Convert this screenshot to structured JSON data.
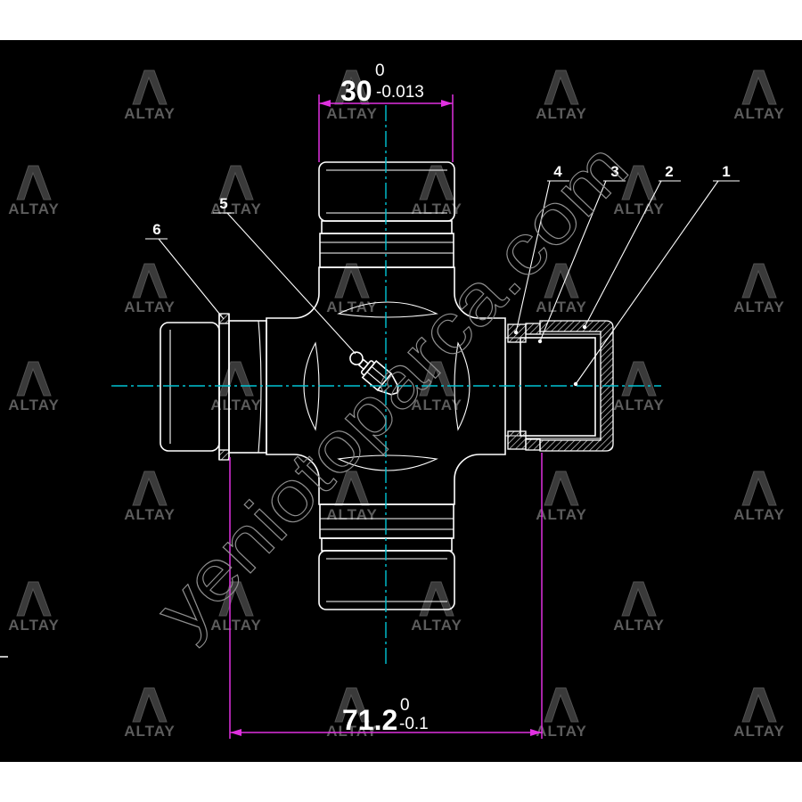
{
  "colors": {
    "background": "#000000",
    "linework": "#ffffff",
    "centerline": "#00c4d4",
    "dimension": "#e030e0",
    "watermark_text": "#5c5c5c",
    "site_watermark": "#8e8e8e"
  },
  "watermark": {
    "brand": "ALTAY",
    "site": "yeniotoparca.com",
    "logo_icon": "altay-logo-icon"
  },
  "dimensions": {
    "top": {
      "value": "30",
      "upper": "0",
      "lower": "-0.013"
    },
    "bottom": {
      "value": "71.2",
      "upper": "0",
      "lower": "-0.1"
    }
  },
  "part_labels": [
    "1",
    "2",
    "3",
    "4",
    "5",
    "6"
  ]
}
